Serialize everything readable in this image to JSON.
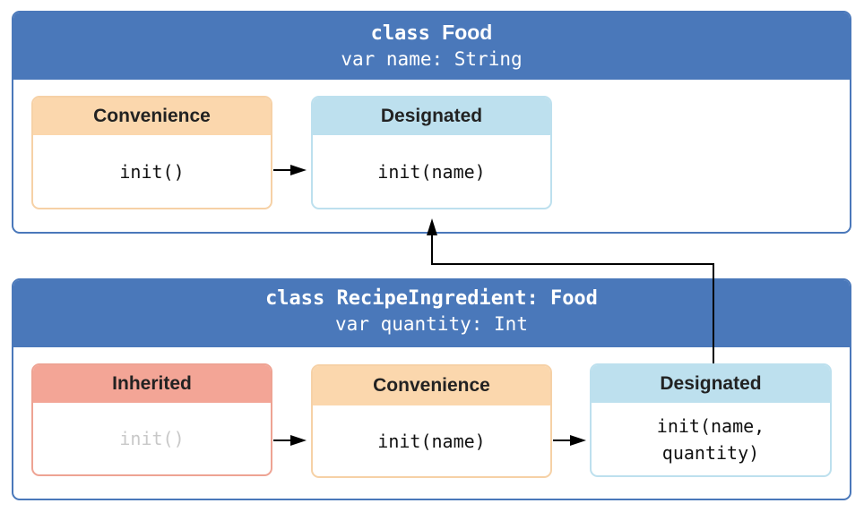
{
  "food": {
    "keyword": "class",
    "name": "Food",
    "property": "var name: String",
    "convenience": {
      "header": "Convenience",
      "body": "init()"
    },
    "designated": {
      "header": "Designated",
      "body": "init(name)"
    }
  },
  "recipe": {
    "declaration": "class RecipeIngredient: Food",
    "property": "var quantity: Int",
    "inherited": {
      "header": "Inherited",
      "body": "init()"
    },
    "convenience": {
      "header": "Convenience",
      "body": "init(name)"
    },
    "designated": {
      "header": "Designated",
      "body": "init(name,\nquantity)"
    }
  },
  "colors": {
    "panel_blue": "#4a78ba",
    "convenience": "#fbd7ad",
    "designated": "#bde0ee",
    "inherited": "#f3a596"
  }
}
